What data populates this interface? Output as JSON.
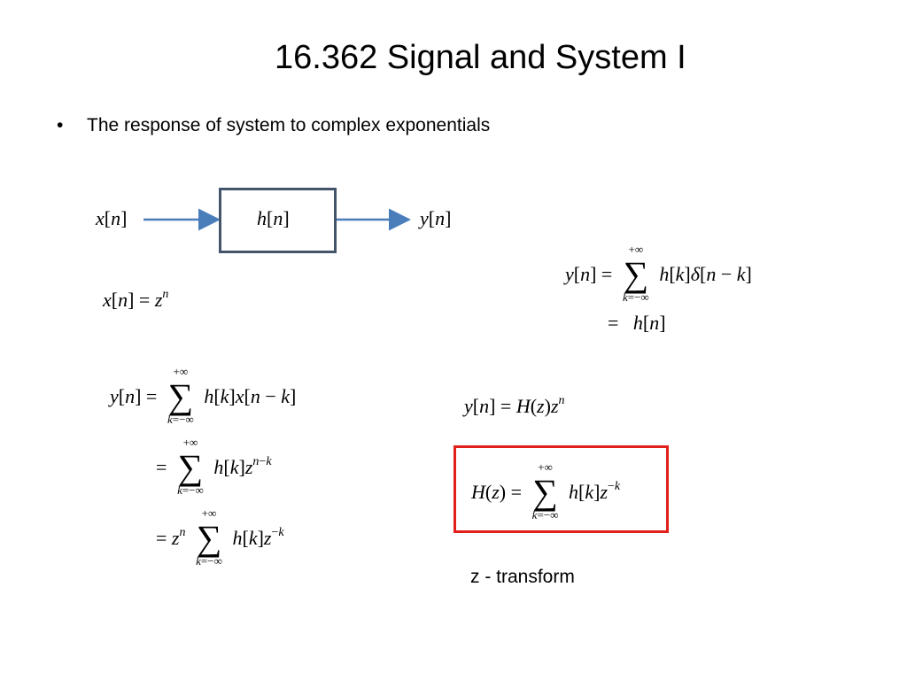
{
  "slide": {
    "title": "16.362 Signal and System I",
    "bullet_marker": "•",
    "bullet_text": "The response of system to complex exponentials"
  },
  "block_diagram": {
    "input_label": "x[n]",
    "system_label": "h[n]",
    "output_label": "y[n]",
    "box_color": "#44546a",
    "arrow_color": "#4a7ebb"
  },
  "equations": {
    "input_def": "x[n] = z^n",
    "impulse_conv": [
      "y[n] = Σ_{k=-∞}^{+∞} h[k]δ[n - k]",
      "= h[n]"
    ],
    "derivation": [
      "y[n] = Σ_{k=-∞}^{+∞} h[k]x[n - k]",
      "= Σ_{k=-∞}^{+∞} h[k]z^{n-k}",
      "= z^n Σ_{k=-∞}^{+∞} h[k]z^{-k}"
    ],
    "result": "y[n] = H(z)z^n",
    "transfer_function": "H(z) = Σ_{k=-∞}^{+∞} h[k]z^{-k}",
    "highlight_color": "#e0201b"
  },
  "caption": "z - transform"
}
